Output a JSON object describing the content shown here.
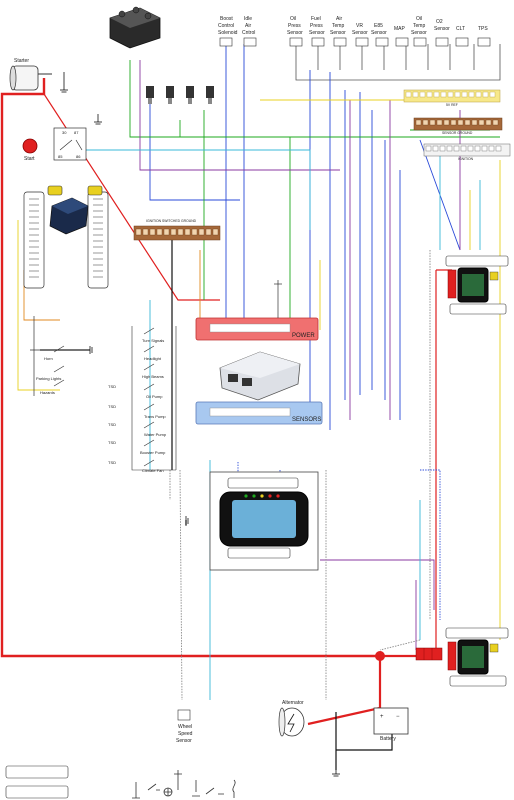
{
  "sensors": [
    {
      "id": "oil-press",
      "lines": [
        "Oil",
        "Press",
        "Sensor"
      ]
    },
    {
      "id": "fuel-press",
      "lines": [
        "Fuel",
        "Press",
        "Sensor"
      ]
    },
    {
      "id": "air-temp",
      "lines": [
        "Air",
        "Temp",
        "Sensor"
      ]
    },
    {
      "id": "vr",
      "lines": [
        "VR",
        "Sensor"
      ]
    },
    {
      "id": "e85",
      "lines": [
        "E85",
        "Sensor"
      ]
    },
    {
      "id": "map",
      "lines": [
        "MAP"
      ]
    },
    {
      "id": "o2",
      "lines": [
        "O2",
        "Sensor"
      ]
    },
    {
      "id": "oil-temp",
      "lines": [
        "Oil",
        "Temp",
        "Sensor"
      ]
    },
    {
      "id": "clt",
      "lines": [
        "CLT"
      ]
    },
    {
      "id": "tps",
      "lines": [
        "TPS"
      ]
    }
  ],
  "outputs": [
    {
      "id": "boost",
      "lines": [
        "Boost",
        "Control",
        "Solenoid"
      ]
    },
    {
      "id": "idle",
      "lines": [
        "Idle",
        "Air",
        "Cntrol"
      ]
    }
  ],
  "components": {
    "starter": "Starter",
    "start": "Start",
    "alternator": "Alternator",
    "battery": "Battery",
    "wheel_speed": [
      "Wheel",
      "Speed",
      "Sensor"
    ],
    "power": "POWER",
    "sensors_block": "SENSORS"
  },
  "terminal_strips": {
    "five_v_ref": "5V REF",
    "sensor_ground": "SENSOR GROUND",
    "ignition": "IGNITION",
    "ignition_switched_ground": "IGNITION SWITCHED GROUND"
  },
  "switches": [
    {
      "id": "turn",
      "label": "Turn Signals"
    },
    {
      "id": "headlight",
      "label": "Headlight"
    },
    {
      "id": "high-beams",
      "label": "High Beams"
    },
    {
      "id": "oil-pump",
      "label": "Oil Pump",
      "tag": "TSD"
    },
    {
      "id": "trans-pump",
      "label": "Trans Pump",
      "tag": "TSD"
    },
    {
      "id": "water-pump",
      "label": "Water Pump",
      "tag": "TSD"
    },
    {
      "id": "booster-pump",
      "label": "Booster Pump",
      "tag": "TSD"
    },
    {
      "id": "climate-fan",
      "label": "Climate Fan",
      "tag": "TSD"
    }
  ],
  "left_switches": [
    {
      "id": "horn",
      "label": "Horn"
    },
    {
      "id": "parking",
      "label": "Parking Lights"
    },
    {
      "id": "hazards",
      "label": "Hazards"
    }
  ],
  "relay_labels": [
    "30",
    "87",
    "85",
    "86"
  ],
  "colors": {
    "red": "#e02020",
    "blue": "#2a4ad8",
    "green": "#1ea81e",
    "purple": "#8a3aa0",
    "cyan": "#3ab8d8",
    "yellow": "#e8d020",
    "brown": "#8a5030",
    "orange": "#e08a20",
    "grey": "#8a8a8a",
    "black": "#111111",
    "power_block": "#f07070",
    "sensor_block": "#a8c8f0"
  }
}
